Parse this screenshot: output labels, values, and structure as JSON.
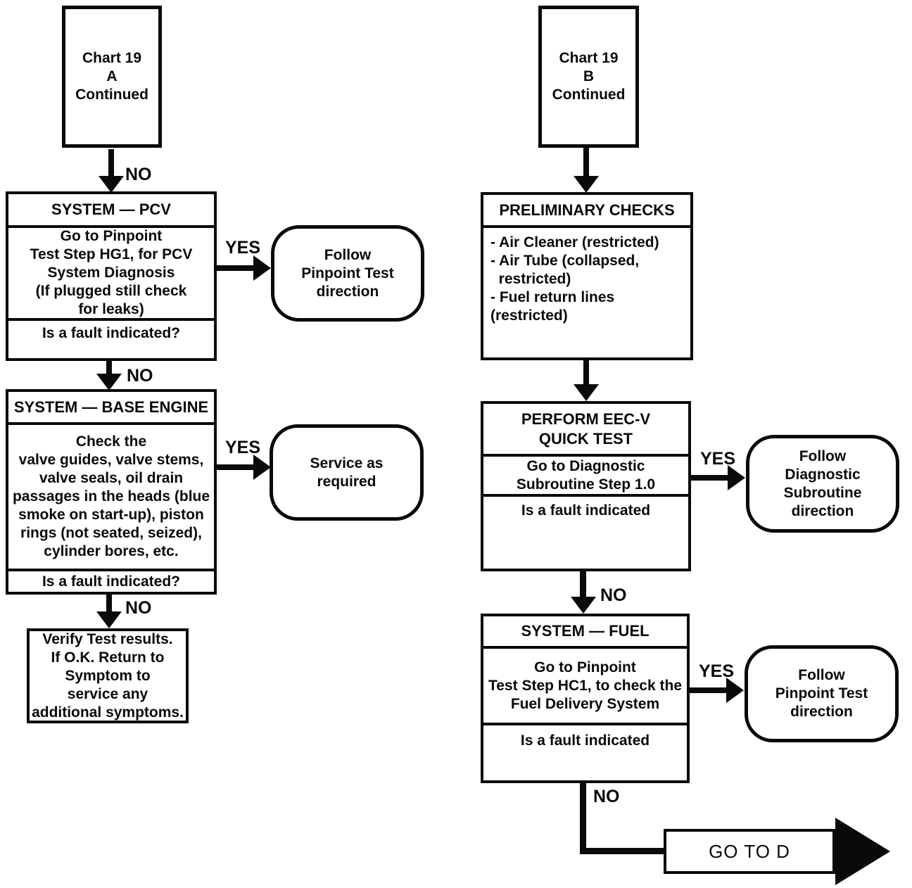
{
  "labels": {
    "yes": "YES",
    "no": "NO"
  },
  "left": {
    "start": "Chart 19\nA\nContinued",
    "pcv": {
      "header": "SYSTEM — PCV",
      "body": "Go to Pinpoint\nTest Step HG1, for PCV\nSystem Diagnosis\n(If plugged still check\nfor leaks)",
      "question": "Is a fault indicated?"
    },
    "follow_pinpoint": "Follow\nPinpoint Test\ndirection",
    "base_engine": {
      "header": "SYSTEM — BASE ENGINE",
      "body": "Check the\nvalve guides, valve stems,\nvalve seals, oil drain\npassages in the heads (blue\nsmoke on start-up), piston\nrings (not seated, seized),\ncylinder bores, etc.",
      "question": "Is a fault indicated?"
    },
    "service": "Service as\nrequired",
    "verify": "Verify Test results.\nIf O.K. Return to\nSymptom to\nservice any\nadditional symptoms."
  },
  "right": {
    "start": "Chart 19\nB\nContinued",
    "preliminary": {
      "header": "PRELIMINARY CHECKS",
      "body": "- Air Cleaner (restricted)\n- Air Tube (collapsed,\n  restricted)\n- Fuel return lines (restricted)"
    },
    "quick_test": {
      "header": "PERFORM EEC-V\nQUICK TEST",
      "body": "Go to Diagnostic\nSubroutine Step 1.0",
      "question": "Is a fault indicated"
    },
    "follow_diagnostic": "Follow\nDiagnostic\nSubroutine\ndirection",
    "fuel": {
      "header": "SYSTEM — FUEL",
      "body": "Go to Pinpoint\nTest Step HC1, to check the\nFuel Delivery System",
      "question": "Is a fault indicated"
    },
    "follow_pinpoint": "Follow\nPinpoint Test\ndirection",
    "goto_d": "GO TO D"
  },
  "colors": {
    "ink": "#0a0a0a",
    "background": "#ffffff"
  }
}
